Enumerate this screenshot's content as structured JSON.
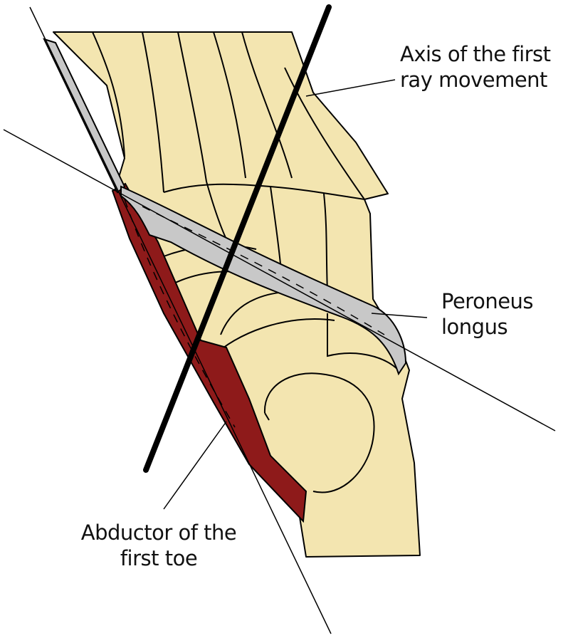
{
  "labels": {
    "axis": [
      "Axis of the first",
      "ray movement"
    ],
    "peroneus": [
      "Peroneus",
      "longus"
    ],
    "abductor": [
      "Abductor of the",
      "first toe"
    ]
  },
  "colors": {
    "bone": "#f3e5b0",
    "muscle": "#8e1a1a",
    "tendon": "#c8c8c8",
    "line": "#000000"
  }
}
